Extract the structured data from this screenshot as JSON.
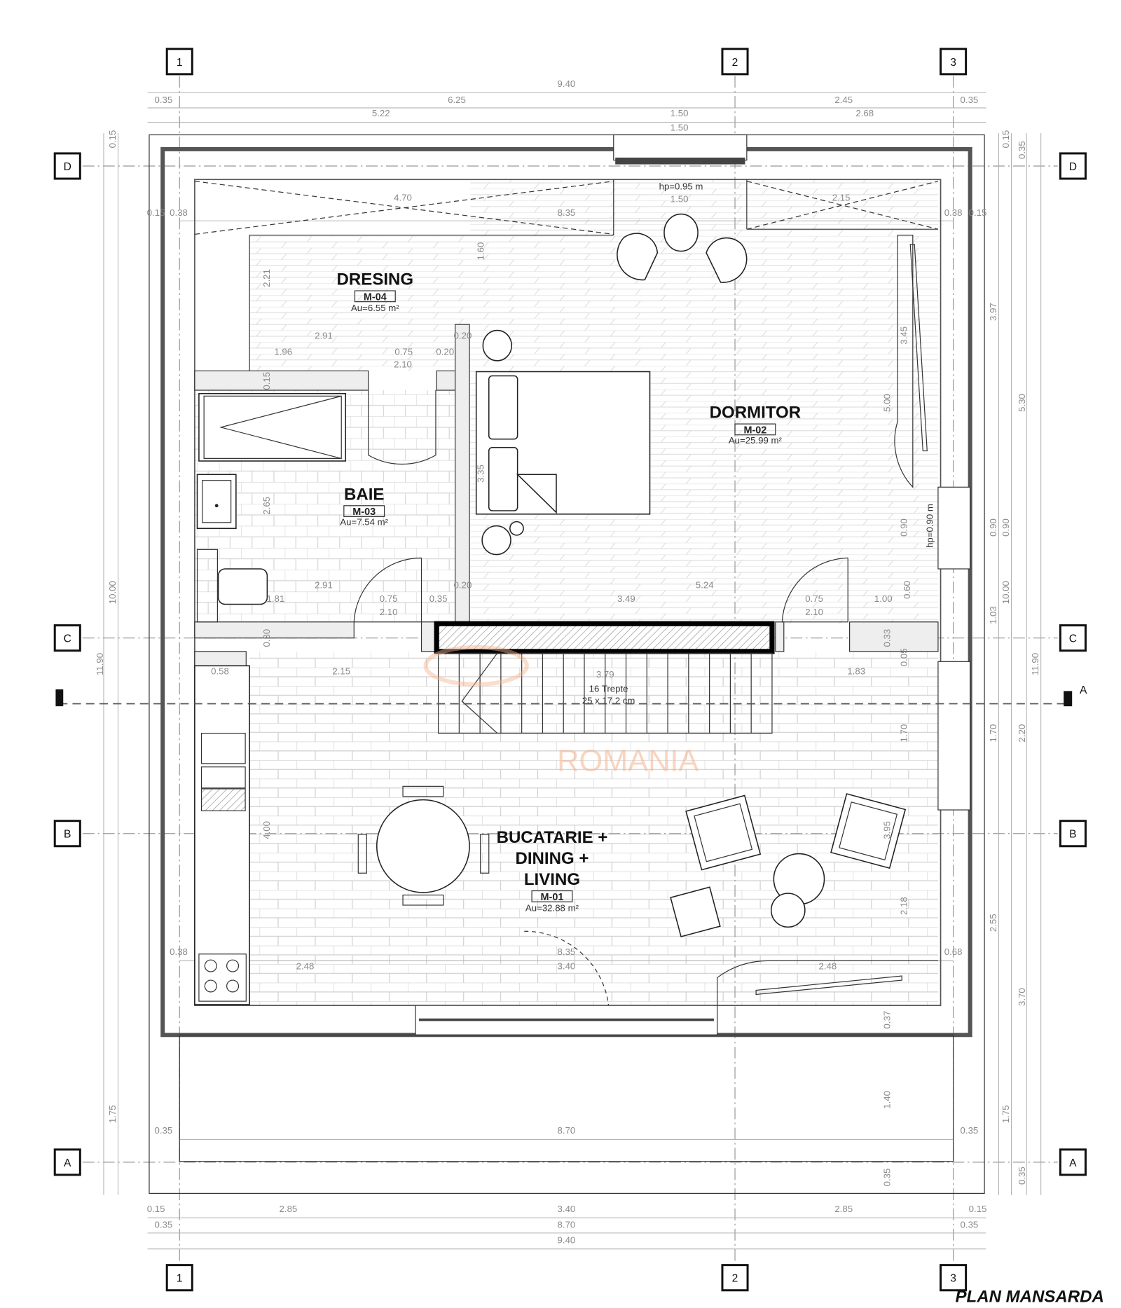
{
  "title": "PLAN MANSARDA",
  "grid_axes": {
    "columns": [
      "1",
      "2",
      "3"
    ],
    "rows": [
      "D",
      "C",
      "B",
      "A"
    ]
  },
  "section_marker": "A",
  "watermark": "ROMANIA",
  "rooms": {
    "dresing": {
      "name": "DRESING",
      "code": "M-04",
      "area": "Au=6.55 m²"
    },
    "dormitor": {
      "name": "DORMITOR",
      "code": "M-02",
      "area": "Au=25.99 m²"
    },
    "baie": {
      "name": "BAIE",
      "code": "M-03",
      "area": "Au=7.54 m²"
    },
    "living": {
      "name_lines": [
        "BUCATARIE +",
        "DINING +",
        "LIVING"
      ],
      "code": "M-01",
      "area": "Au=32.88 m²"
    }
  },
  "stair": {
    "steps": "16 Trepte",
    "size": "25 x 17.2 cm",
    "length": "3.79"
  },
  "annotations": {
    "window_top": "hp=0.95 m",
    "window_right": "hp=0.90 m"
  },
  "dimensions": [
    "9.40",
    "0.35",
    "6.25",
    "2.45",
    "0.35",
    "5.22",
    "1.50",
    "2.68",
    "1.50",
    "4.70",
    "8.35",
    "1.50",
    "2.15",
    "0.15",
    "0.38",
    "0.38",
    "0.15",
    "1.60",
    "2.21",
    "2.91",
    "1.96",
    "0.75",
    "2.10",
    "0.20",
    "0.20",
    "0.15",
    "3.35",
    "2.65",
    "2.91",
    "1.81",
    "0.75",
    "2.10",
    "0.35",
    "0.20",
    "5.24",
    "0.75",
    "2.10",
    "1.00",
    "0.60",
    "0.90",
    "5.00",
    "3.45",
    "0.30",
    "0.58",
    "2.15",
    "1.83",
    "0.33",
    "0.05",
    "1.70",
    "4.00",
    "3.95",
    "2.18",
    "0.38",
    "2.48",
    "8.35",
    "3.40",
    "0.68",
    "2.48",
    "0.37",
    "1.40",
    "0.35",
    "8.70",
    "0.35",
    "0.35",
    "0.15",
    "2.85",
    "3.40",
    "2.85",
    "0.15",
    "0.35",
    "8.70",
    "0.35",
    "9.40",
    "0.15",
    "10.00",
    "11.90",
    "1.75",
    "0.15",
    "0.35",
    "3.97",
    "5.30",
    "0.90",
    "0.90",
    "10.00",
    "1.03",
    "11.90",
    "1.70",
    "2.20",
    "2.55",
    "3.70",
    "1.75",
    "0.35",
    "3.49"
  ]
}
